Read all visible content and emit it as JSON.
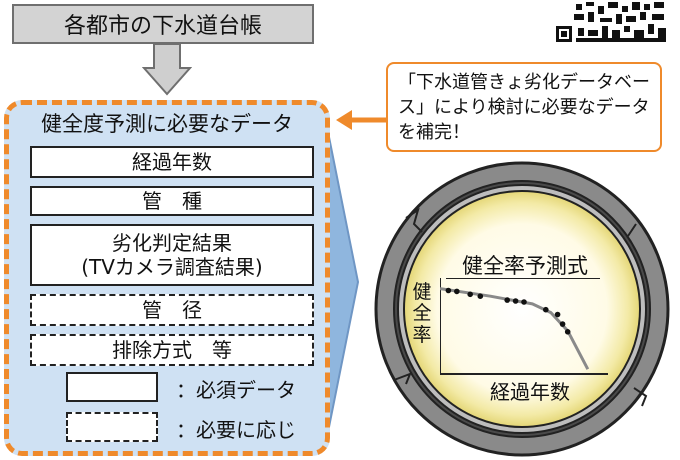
{
  "top_box": {
    "label": "各都市の下水道台帳"
  },
  "panel": {
    "title": "健全度予測に必要なデータ",
    "items": [
      {
        "line1": "経過年数",
        "line2": ""
      },
      {
        "line1": "管　種",
        "line2": ""
      },
      {
        "line1": "劣化判定結果",
        "line2": "(TVカメラ調査結果)"
      },
      {
        "line1": "管　径",
        "line2": ""
      },
      {
        "line1": "排除方式　等",
        "line2": ""
      }
    ],
    "legend": {
      "required_label": "：必須データ",
      "optional_label": "：必要に応じ"
    }
  },
  "callout": {
    "text": "「下水道管きょ劣化データベース」により検討に必要なデータを補完！"
  },
  "pipe_chart": {
    "title": "健全率予測式",
    "ylabel": "健全率",
    "xlabel": "経過年数"
  },
  "colors": {
    "accent_orange": "#ef8a2b",
    "panel_blue": "#cfe1f3",
    "arrow_blue": "#8fb6de",
    "gray_box": "#d3d3d3"
  },
  "icons": {
    "qr": "qr-code-icon"
  },
  "chart_data": {
    "type": "scatter",
    "title": "健全率予測式",
    "xlabel": "経過年数",
    "ylabel": "健全率",
    "points": [
      {
        "x": 0.05,
        "y": 0.87
      },
      {
        "x": 0.1,
        "y": 0.86
      },
      {
        "x": 0.18,
        "y": 0.83
      },
      {
        "x": 0.24,
        "y": 0.81
      },
      {
        "x": 0.4,
        "y": 0.77
      },
      {
        "x": 0.45,
        "y": 0.76
      },
      {
        "x": 0.5,
        "y": 0.75
      },
      {
        "x": 0.63,
        "y": 0.67
      },
      {
        "x": 0.7,
        "y": 0.62
      },
      {
        "x": 0.73,
        "y": 0.52
      },
      {
        "x": 0.76,
        "y": 0.44
      }
    ],
    "curve": [
      {
        "x": 0.0,
        "y": 0.89
      },
      {
        "x": 0.3,
        "y": 0.81
      },
      {
        "x": 0.55,
        "y": 0.73
      },
      {
        "x": 0.66,
        "y": 0.64
      },
      {
        "x": 0.76,
        "y": 0.45
      },
      {
        "x": 0.88,
        "y": 0.05
      }
    ],
    "xlim": [
      0,
      1
    ],
    "ylim": [
      0,
      1
    ]
  }
}
